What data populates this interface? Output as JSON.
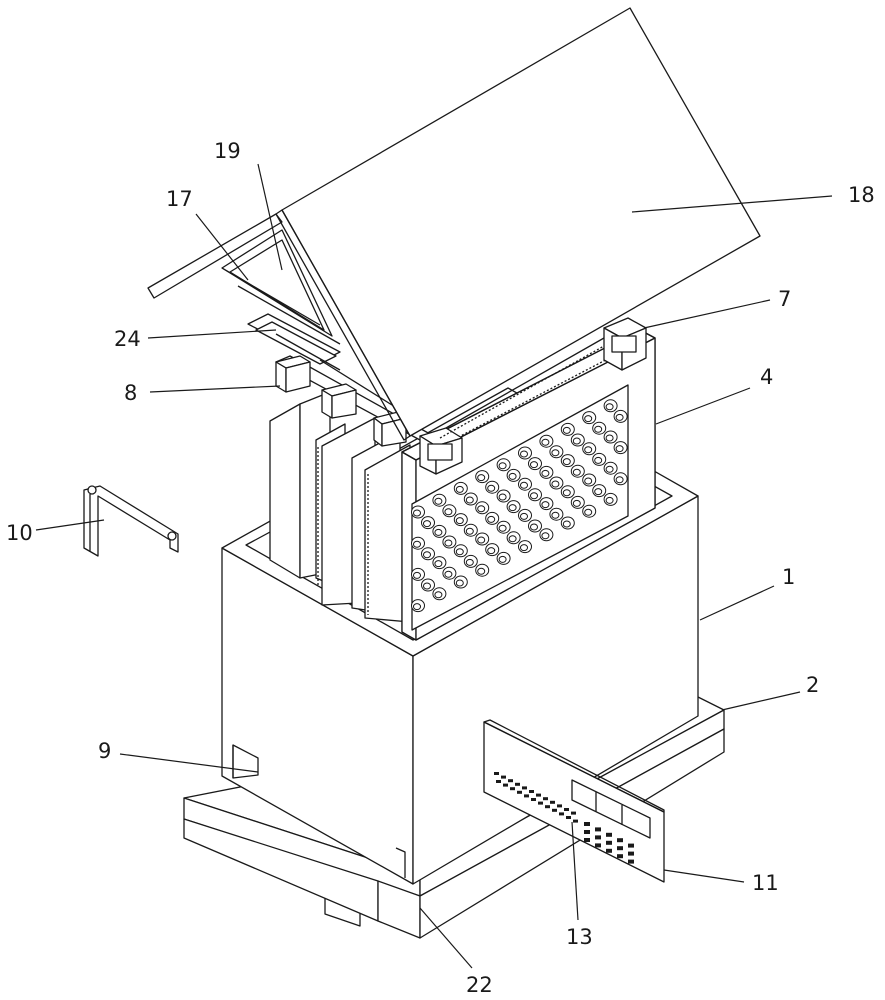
{
  "labels": [
    {
      "key": "l1",
      "text": "1"
    },
    {
      "key": "l2",
      "text": "2"
    },
    {
      "key": "l4",
      "text": "4"
    },
    {
      "key": "l7",
      "text": "7"
    },
    {
      "key": "l8",
      "text": "8"
    },
    {
      "key": "l9",
      "text": "9"
    },
    {
      "key": "l10",
      "text": "10"
    },
    {
      "key": "l11",
      "text": "11"
    },
    {
      "key": "l13",
      "text": "13"
    },
    {
      "key": "l17",
      "text": "17"
    },
    {
      "key": "l18",
      "text": "18"
    },
    {
      "key": "l19",
      "text": "19"
    },
    {
      "key": "l22",
      "text": "22"
    },
    {
      "key": "l24",
      "text": "24"
    }
  ]
}
